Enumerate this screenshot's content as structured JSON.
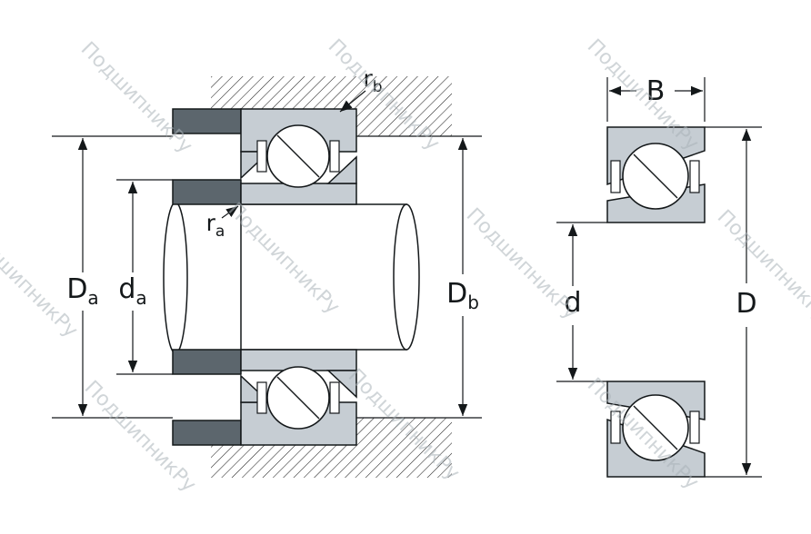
{
  "watermark": {
    "text": "ПодшипникРу",
    "color": "#a9b2b8"
  },
  "colors": {
    "ring_fill": "#c6cdd3",
    "spacer_fill": "#5c666d",
    "outline": "#14181a",
    "watermark_color": "#a9b2b8",
    "background": "#ffffff"
  },
  "labels": {
    "Da": {
      "main": "D",
      "sub": "a"
    },
    "da": {
      "main": "d",
      "sub": "a"
    },
    "Db": {
      "main": "D",
      "sub": "b"
    },
    "ra": {
      "main": "r",
      "sub": "a"
    },
    "rb": {
      "main": "r",
      "sub": "b"
    },
    "B": {
      "main": "B",
      "sub": ""
    },
    "d": {
      "main": "d",
      "sub": ""
    },
    "D": {
      "main": "D",
      "sub": ""
    }
  }
}
